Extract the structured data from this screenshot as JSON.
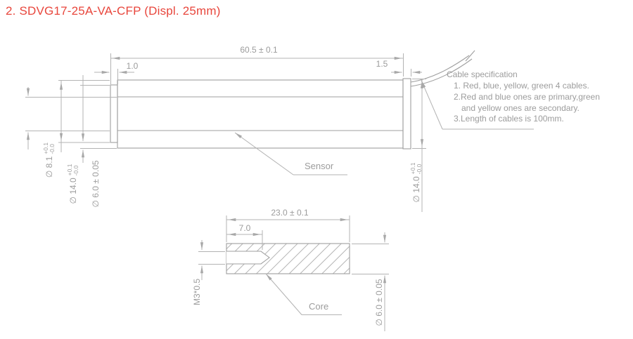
{
  "title": "2. SDVG17-25A-VA-CFP (Displ. 25mm)",
  "colors": {
    "title_red": "#e8463c",
    "line_gray": "#a8a8a8",
    "text_gray": "#9c9c9c"
  },
  "sensor": {
    "part_label": "Sensor",
    "dims": {
      "overall_length": "60.5 ± 0.1",
      "front_cap_width": "1.0",
      "rear_cap_width": "1.5",
      "bore_dia": {
        "value": "∅ 8.1",
        "tol_plus": "+0.1",
        "tol_minus": "-0.0"
      },
      "body_dia_left": {
        "value": "∅ 14.0",
        "tol_plus": "+0.1",
        "tol_minus": "-0.0"
      },
      "body_dia_right": {
        "value": "∅ 14.0",
        "tol_plus": "+0.1",
        "tol_minus": "-0.0"
      },
      "rod_dia": "∅ 6.0 ± 0.05"
    },
    "cable_spec": {
      "heading": "Cable specification",
      "lines": [
        "1. Red, blue, yellow, green 4 cables.",
        "2.Red and blue ones are primary,green",
        "and yellow ones are secondary.",
        "3.Length of cables is 100mm."
      ]
    }
  },
  "core": {
    "part_label": "Core",
    "dims": {
      "overall_length": "23.0 ± 0.1",
      "thread_depth": "7.0",
      "thread_spec": "M3*0.5",
      "core_dia": "∅ 6.0 ± 0.05"
    }
  }
}
